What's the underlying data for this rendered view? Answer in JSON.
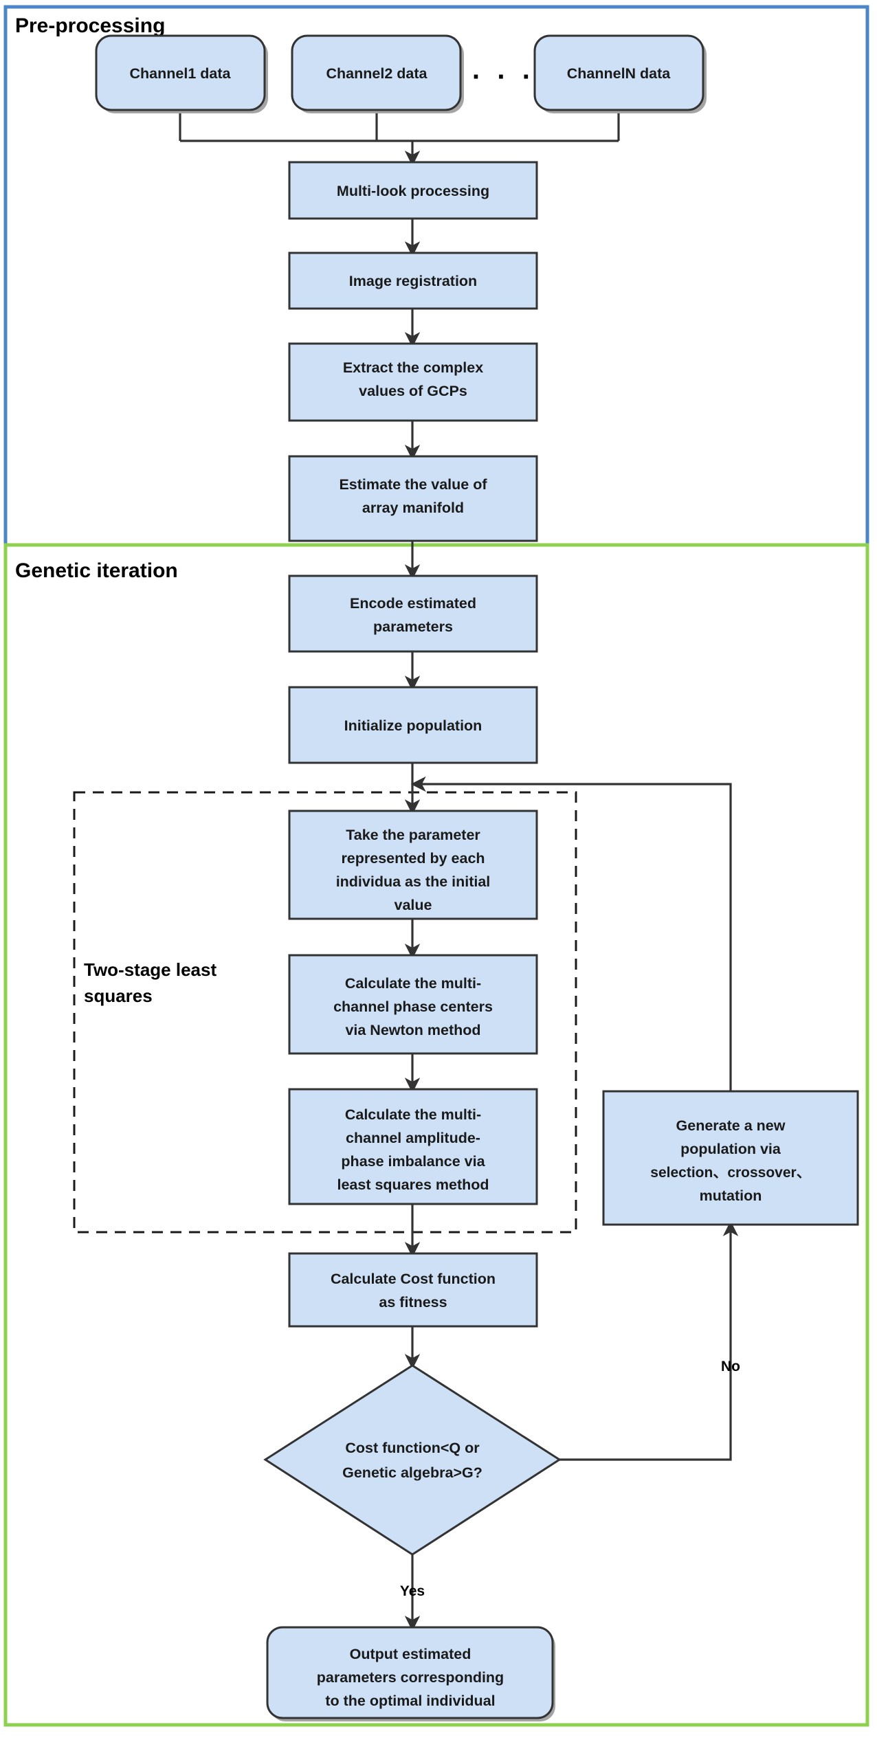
{
  "figure": {
    "title": "Multi-channel SAR array manifold genetic-iteration estimation flowchart",
    "colors": {
      "node_fill": "#cde0f5",
      "node_stroke": "#333333",
      "preprocessing_border": "#4a86c8",
      "genetic_border": "#8ed14f",
      "connector": "#333333",
      "text": "#1a1a1a",
      "background": "#ffffff"
    }
  },
  "sections": {
    "preprocessing": {
      "label": "Pre-processing",
      "border_color": "#4a86c8"
    },
    "genetic": {
      "label": "Genetic iteration",
      "border_color": "#8ed14f"
    }
  },
  "groups": {
    "two_stage": {
      "label_line1": "Two-stage least",
      "label_line2": "squares",
      "style": "dashed"
    }
  },
  "inputs": {
    "ellipsis": "· · ·",
    "channels": [
      {
        "id": "ch1",
        "label": "Channel1 data"
      },
      {
        "id": "ch2",
        "label": "Channel2 data"
      },
      {
        "id": "chN",
        "label": "ChannelN data"
      }
    ]
  },
  "nodes": [
    {
      "id": "multilook",
      "shape": "rect",
      "lines": [
        "Multi-look processing"
      ]
    },
    {
      "id": "registration",
      "shape": "rect",
      "lines": [
        "Image registration"
      ]
    },
    {
      "id": "extract",
      "shape": "rect",
      "lines": [
        "Extract the complex",
        "values of GCPs"
      ]
    },
    {
      "id": "estimate",
      "shape": "rect",
      "lines": [
        "Estimate the value of",
        "array manifold"
      ]
    },
    {
      "id": "encode",
      "shape": "rect",
      "lines": [
        "Encode estimated",
        "parameters"
      ]
    },
    {
      "id": "initpop",
      "shape": "rect",
      "lines": [
        "Initialize population"
      ]
    },
    {
      "id": "takeparam",
      "shape": "rect",
      "lines": [
        "Take the parameter",
        "represented by each",
        "individua as the initial",
        "value"
      ]
    },
    {
      "id": "newton",
      "shape": "rect",
      "lines": [
        "Calculate the multi-",
        "channel phase centers",
        "via Newton method"
      ]
    },
    {
      "id": "lsq",
      "shape": "rect",
      "lines": [
        "Calculate the multi-",
        "channel amplitude-",
        "phase imbalance via",
        "least squares method"
      ]
    },
    {
      "id": "cost",
      "shape": "rect",
      "lines": [
        "Calculate Cost function",
        "as fitness"
      ]
    },
    {
      "id": "newpop",
      "shape": "rect",
      "lines": [
        "Generate a new",
        "population via",
        "selection、crossover、",
        "mutation"
      ]
    },
    {
      "id": "decision",
      "shape": "diamond",
      "lines": [
        "Cost function<Q or",
        "Genetic algebra>G?"
      ]
    },
    {
      "id": "output",
      "shape": "rounded",
      "lines": [
        "Output estimated",
        "parameters corresponding",
        "to the optimal individual"
      ]
    }
  ],
  "edge_labels": {
    "no": "No",
    "yes": "Yes"
  }
}
